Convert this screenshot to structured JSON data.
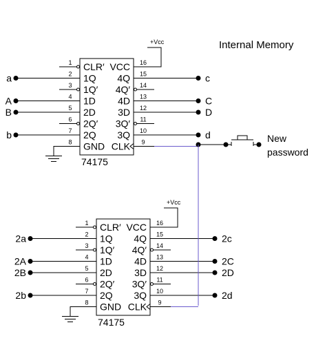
{
  "title": "Internal Memory",
  "vcc_label": "+Vcc",
  "switch_label_line1": "New",
  "switch_label_line2": "password",
  "chips": [
    {
      "id": "chip1",
      "part": "74175",
      "inputs": {
        "a": "a",
        "A": "A",
        "B": "B",
        "b": "b"
      },
      "outputs": {
        "c": "c",
        "C": "C",
        "D": "D",
        "d": "d"
      }
    },
    {
      "id": "chip2",
      "part": "74175",
      "inputs": {
        "a": "2a",
        "A": "2A",
        "B": "2B",
        "b": "2b"
      },
      "outputs": {
        "c": "2c",
        "C": "2C",
        "D": "2D",
        "d": "2d"
      }
    }
  ],
  "pins_left": [
    {
      "num": "1",
      "name": "CLR′"
    },
    {
      "num": "2",
      "name": "1Q"
    },
    {
      "num": "3",
      "name": "1Q′"
    },
    {
      "num": "4",
      "name": "1D"
    },
    {
      "num": "5",
      "name": "2D"
    },
    {
      "num": "6",
      "name": "2Q′"
    },
    {
      "num": "7",
      "name": "2Q"
    },
    {
      "num": "8",
      "name": "GND"
    }
  ],
  "pins_right": [
    {
      "num": "16",
      "name": "VCC"
    },
    {
      "num": "15",
      "name": "4Q"
    },
    {
      "num": "14",
      "name": "4Q′"
    },
    {
      "num": "13",
      "name": "4D"
    },
    {
      "num": "12",
      "name": "3D"
    },
    {
      "num": "11",
      "name": "3Q′"
    },
    {
      "num": "10",
      "name": "3Q"
    },
    {
      "num": "9",
      "name": "CLK"
    }
  ]
}
